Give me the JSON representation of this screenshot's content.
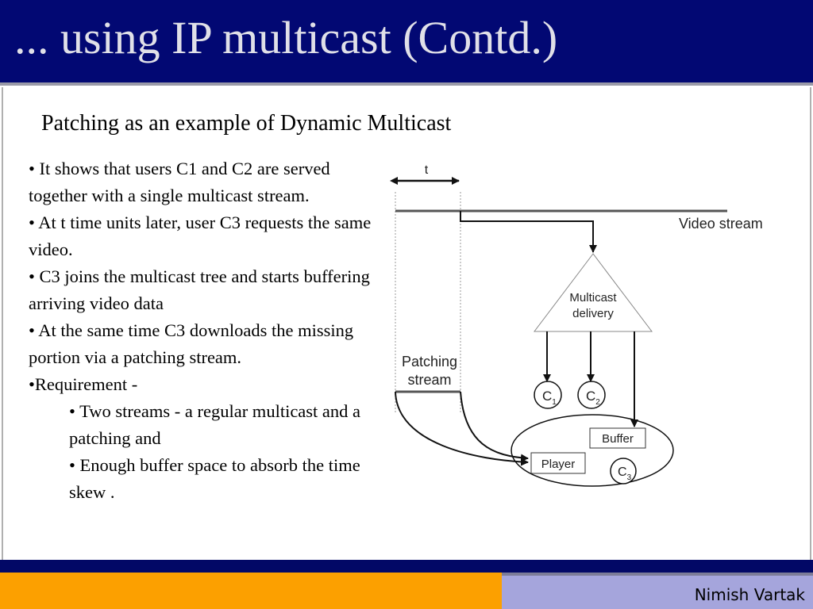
{
  "title": "... using IP multicast (Contd.)",
  "subtitle": "Patching as an example of Dynamic Multicast",
  "bullets": [
    "• It shows that users C1 and C2 are served together with a single multicast stream.",
    "• At t time units later, user C3 requests the same video.",
    "• C3 joins the multicast tree and starts buffering arriving video data",
    "• At the same time C3 downloads the missing portion via a patching stream.",
    "•Requirement -"
  ],
  "sub_bullets": [
    "• Two streams - a regular multicast and  a patching and",
    "• Enough buffer space to absorb the time skew ."
  ],
  "diagram": {
    "t": "t",
    "video_stream": "Video stream",
    "multicast_1": "Multicast",
    "multicast_2": "delivery",
    "patching_1": "Patching",
    "patching_2": "stream",
    "c1": "C",
    "c1_sub": "1",
    "c2": "C",
    "c2_sub": "2",
    "c3": "C",
    "c3_sub": "3",
    "buffer": "Buffer",
    "player": "Player"
  },
  "footer": {
    "author": "Nimish Vartak"
  }
}
